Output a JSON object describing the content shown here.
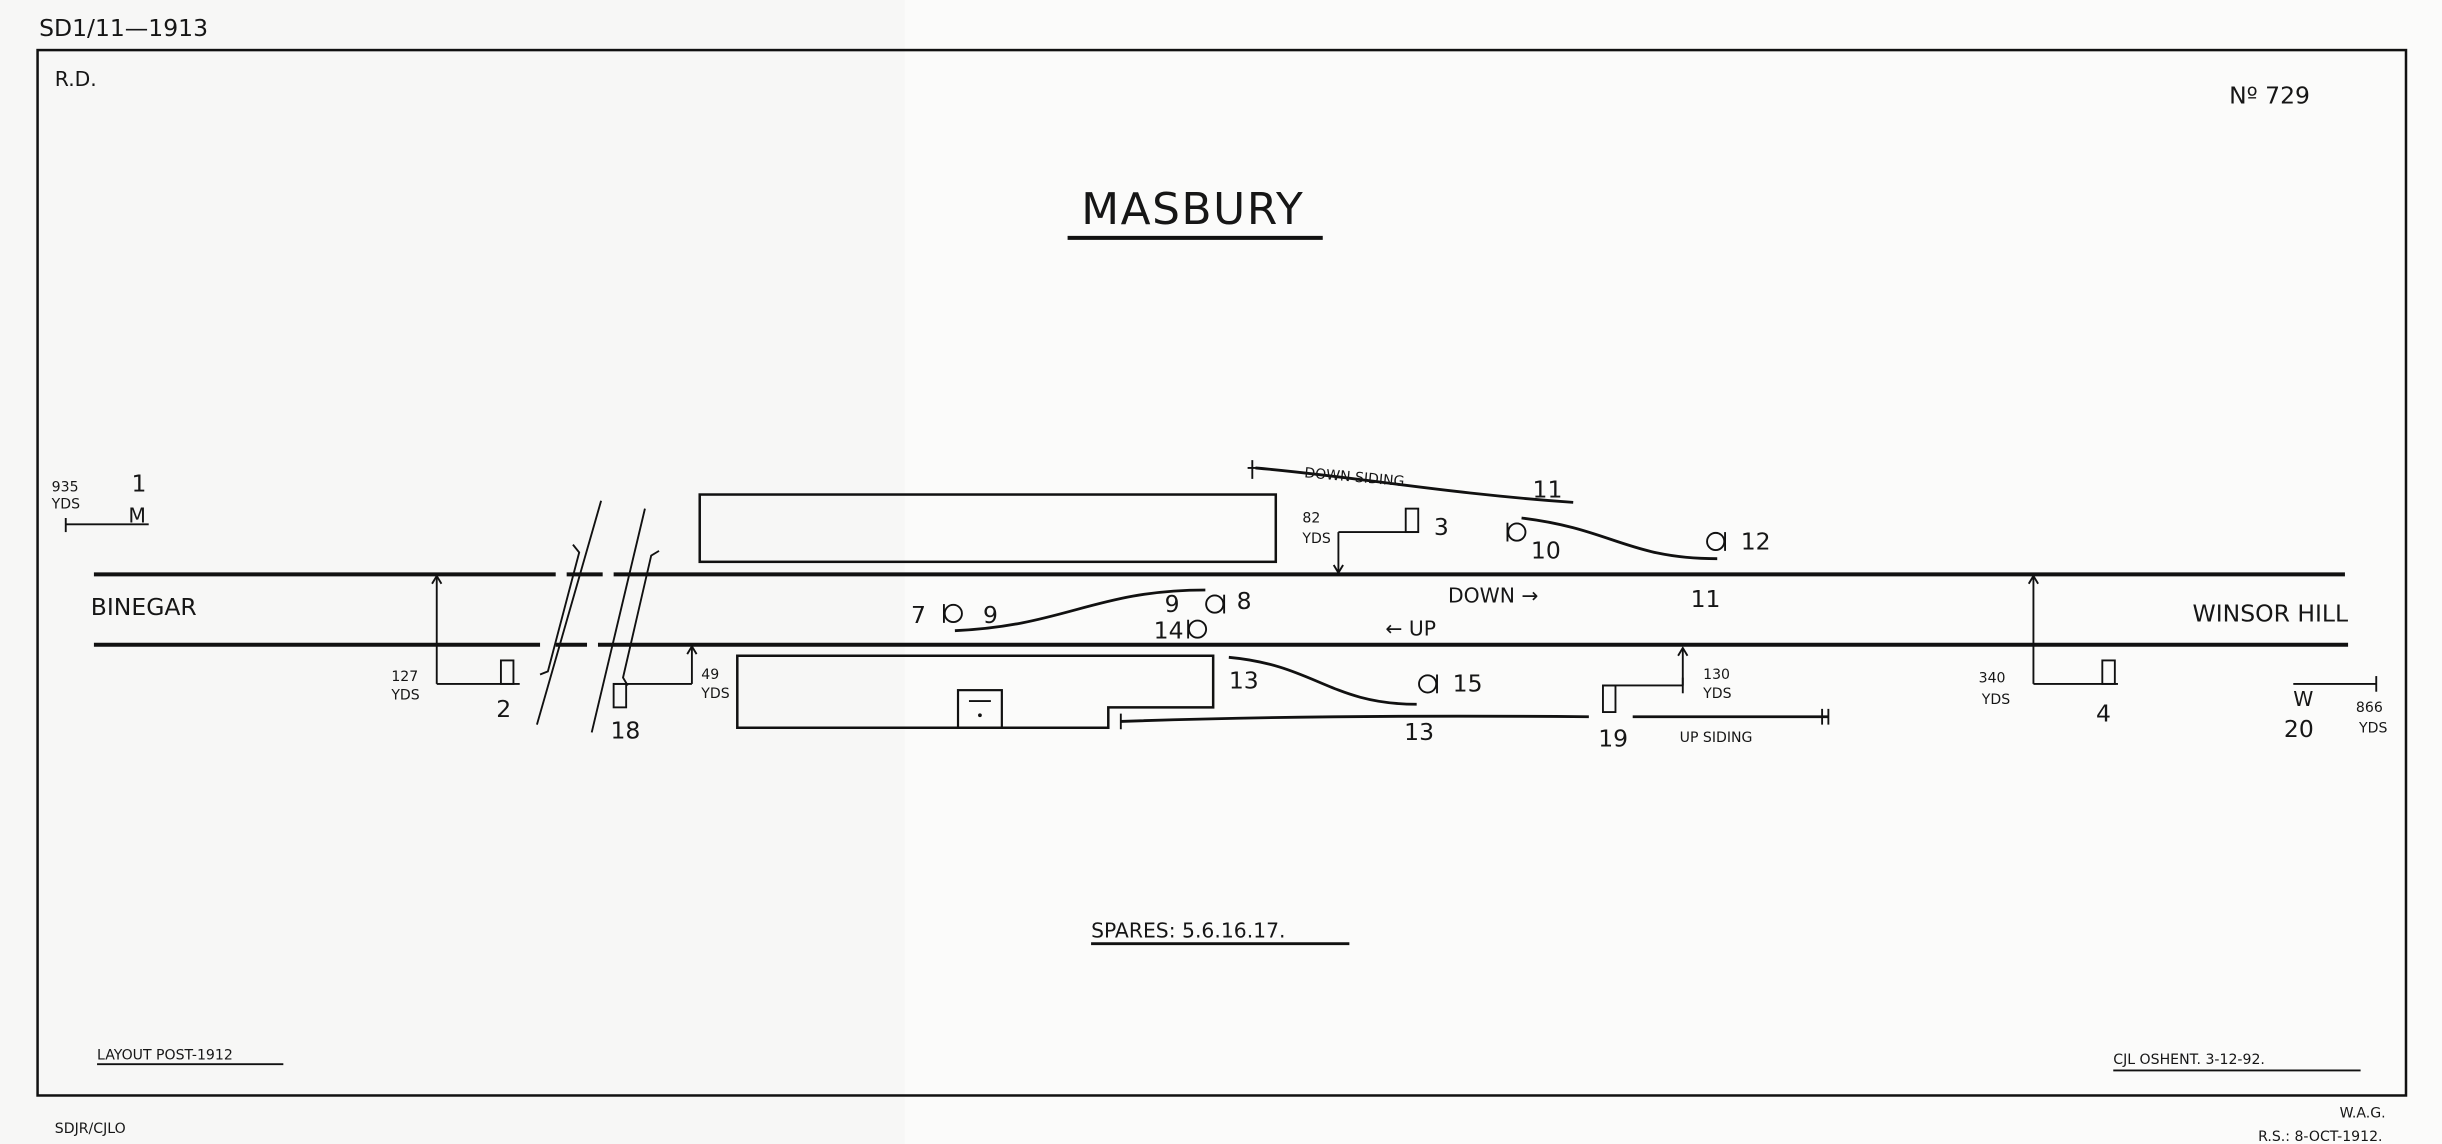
{
  "header": {
    "ref": "SD1/11—1913",
    "rd": "R.D.",
    "number": "Nº 729",
    "title": "MASBURY"
  },
  "stations": {
    "left": "BINEGAR",
    "right": "WINSOR HILL"
  },
  "lines": {
    "down": "DOWN →",
    "up": "← UP",
    "down_siding": "DOWN SIDING",
    "up_siding": "UP SIDING"
  },
  "signals": {
    "s1": {
      "num": "1",
      "mark": "M",
      "dist": "935",
      "unit": "YDS"
    },
    "s2": {
      "num": "2",
      "dist": "127",
      "unit": "YDS"
    },
    "s3": {
      "num": "3",
      "dist": "82",
      "unit": "YDS"
    },
    "s4": {
      "num": "4",
      "dist": "340",
      "unit": "YDS"
    },
    "s7": "7",
    "s8": "8",
    "s9a": "9",
    "s9b": "9",
    "s10": "10",
    "s11a": "11",
    "s11b": "11",
    "s12": "12",
    "s13a": "13",
    "s13b": "13",
    "s14": "14",
    "s15": "15",
    "s18": {
      "num": "18",
      "dist": "49",
      "unit": "YDS"
    },
    "s19": {
      "num": "19",
      "dist": "130",
      "unit": "YDS"
    },
    "s20": {
      "num": "20",
      "mark": "W",
      "dist": "866",
      "unit": "YDS"
    }
  },
  "footer": {
    "spares": "SPARES: 5.6.16.17.",
    "layout": "LAYOUT POST-1912",
    "drawn": "CJL OSHENT. 3-12-92.",
    "archive": "SDJR/CJLO",
    "initials": "W.A.G.",
    "rs": "R.S.: 8-OCT-1912."
  }
}
